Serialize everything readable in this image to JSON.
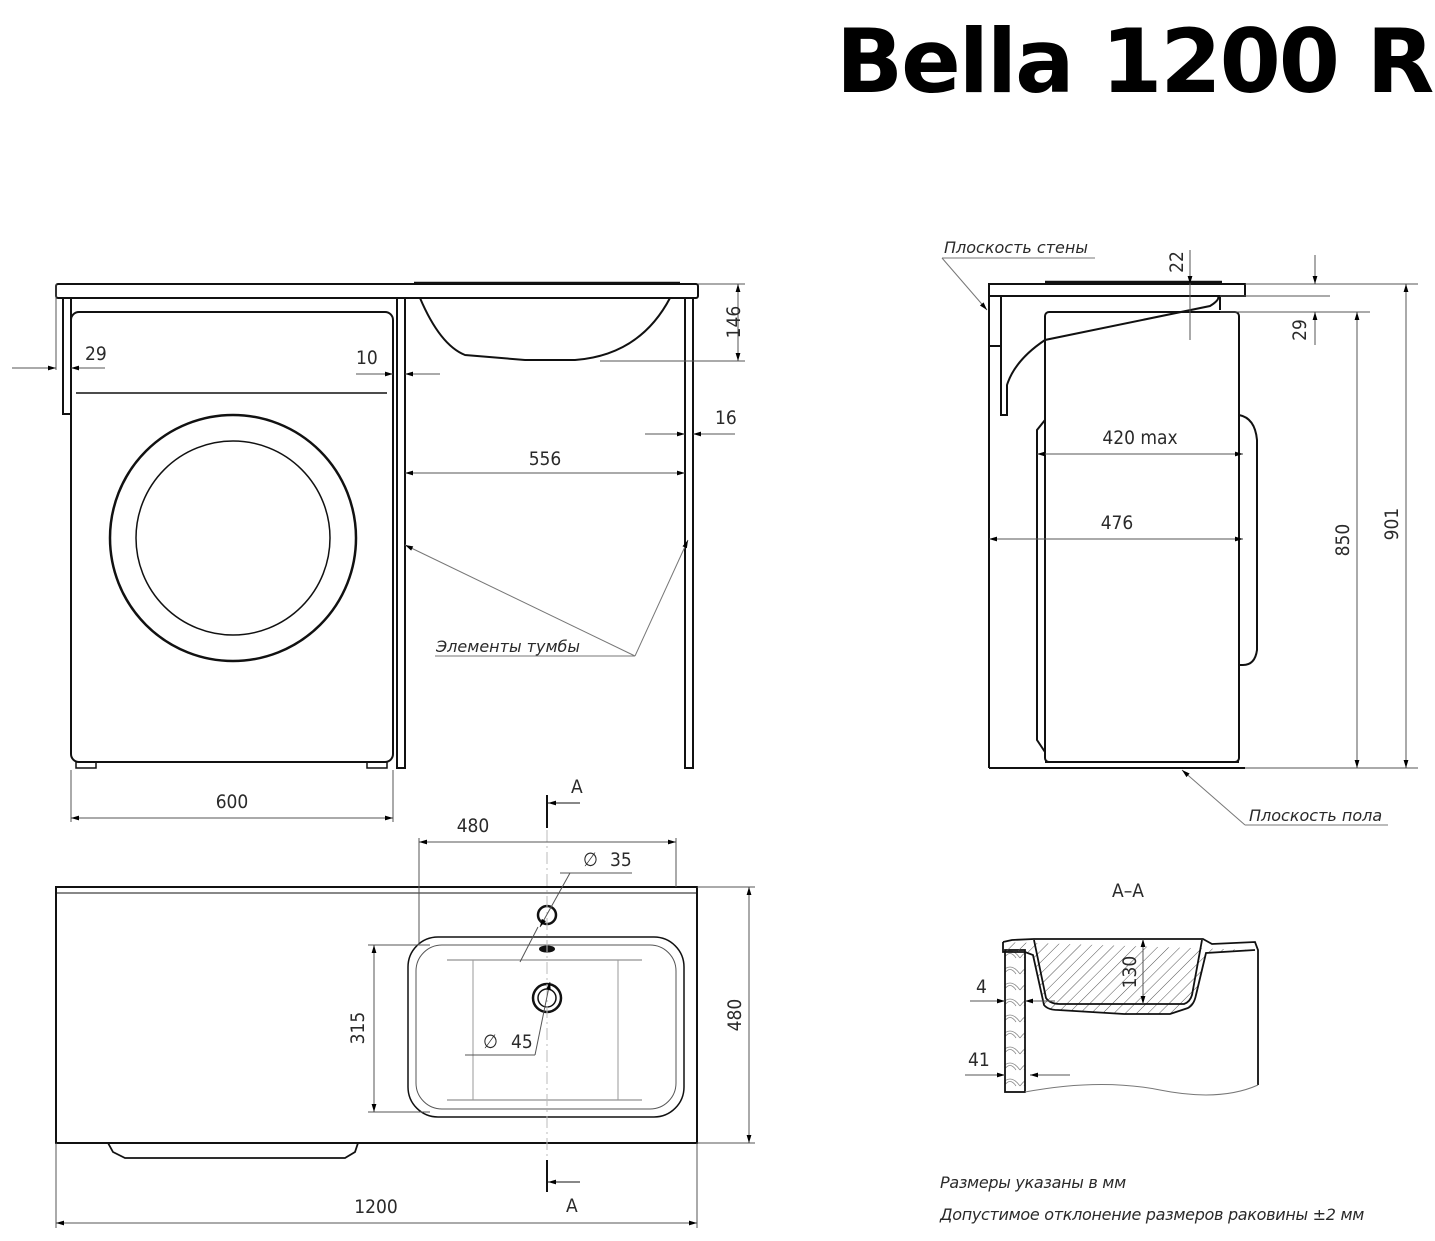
{
  "title": "Bella 1200 R",
  "front_view": {
    "dimensions": {
      "overhang_left": "29",
      "gap_machine_cabinet": "10",
      "bowl_depth": "146",
      "panel_thickness": "16",
      "cabinet_inner_width": "556",
      "machine_width": "600"
    },
    "labels": {
      "cabinet_elements": "Элементы тумбы"
    }
  },
  "side_view": {
    "dimensions": {
      "top_thickness": "22",
      "offset_29": "29",
      "machine_depth_max": "420 max",
      "machine_depth": "476",
      "machine_height": "850",
      "total_height": "901"
    },
    "labels": {
      "wall_plane": "Плоскость стены",
      "floor_plane": "Плоскость пола"
    }
  },
  "plan_view": {
    "dimensions": {
      "bowl_offset": "480",
      "tap_hole": "35",
      "drain_hole": "45",
      "bowl_length": "315",
      "depth": "480",
      "total_width": "1200"
    },
    "section_marker": "A",
    "diameter_symbol": "∅"
  },
  "section_aa": {
    "title": "A–A",
    "dimensions": {
      "bowl_height": "130",
      "wall_gap": "4",
      "wall_thickness": "41"
    }
  },
  "notes": [
    "Размеры указаны в мм",
    "Допустимое отклонение размеров раковины ±2 мм"
  ]
}
